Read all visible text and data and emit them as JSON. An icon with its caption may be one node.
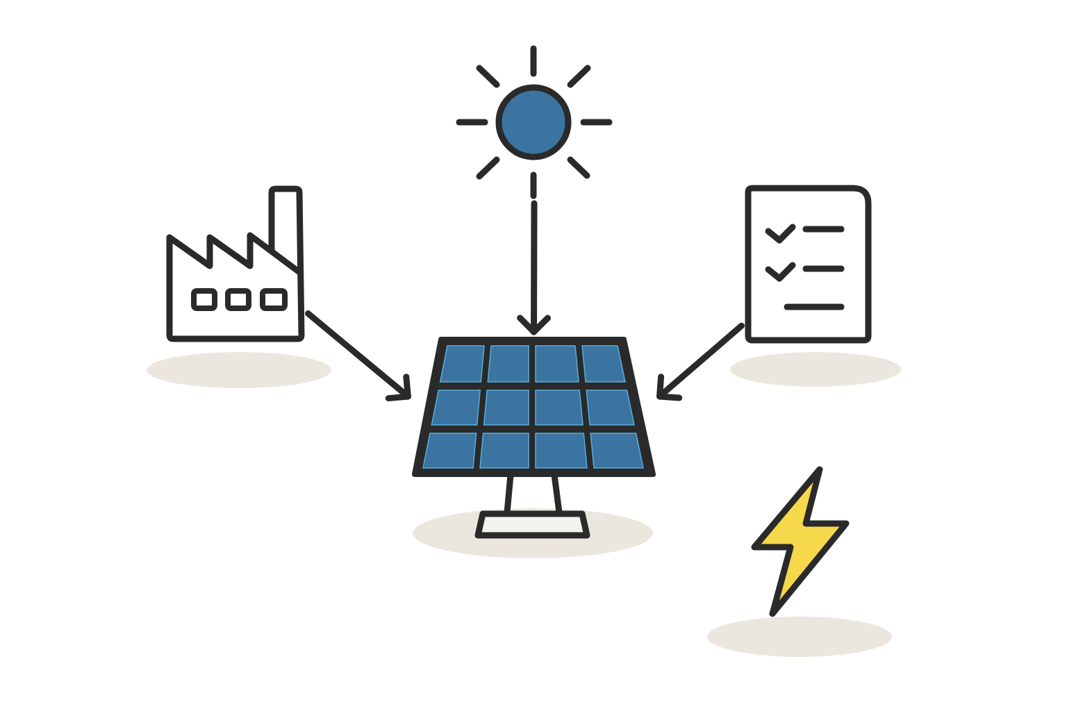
{
  "diagram": {
    "nodes": [
      {
        "text": [],
        "shape": "picture"
      },
      {
        "text": [],
        "shape": "picture"
      },
      {
        "text": [],
        "shape": "picture"
      },
      {
        "text": [],
        "shape": "picture"
      },
      {
        "text": [],
        "shape": "picture"
      }
    ],
    "edges": [
      {
        "from": 0,
        "to": 3,
        "arrow": "to"
      },
      {
        "from": 1,
        "to": 3,
        "arrow": "to"
      },
      {
        "from": 2,
        "to": 3,
        "arrow": "to"
      }
    ]
  }
}
